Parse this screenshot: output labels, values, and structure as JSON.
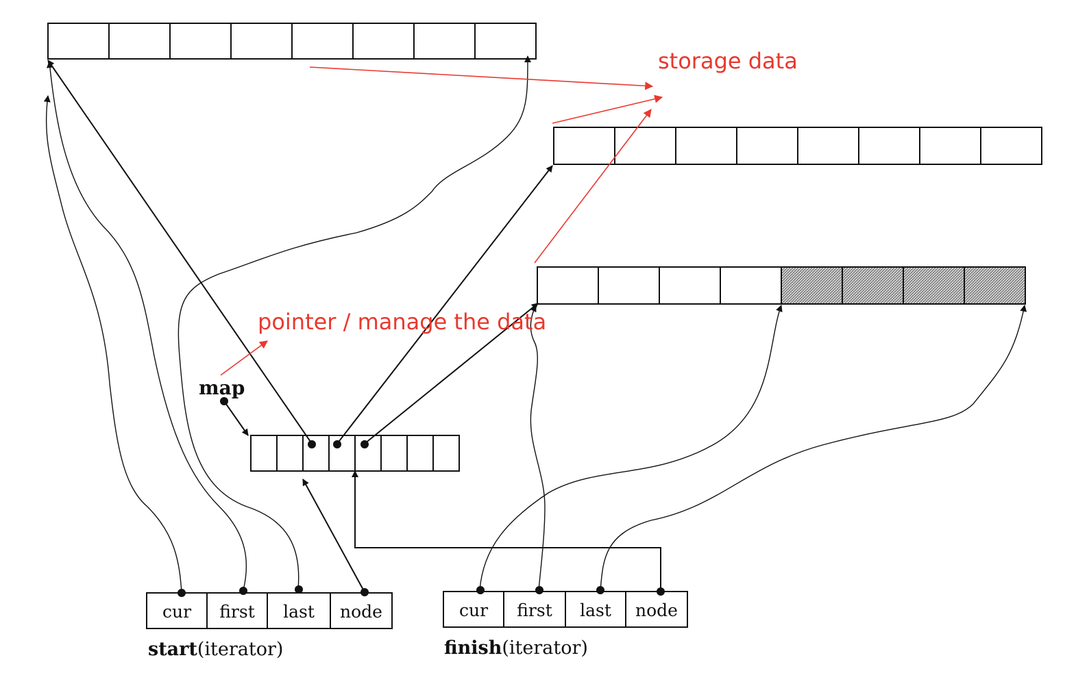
{
  "labels": {
    "storage": "storage data",
    "pointer": "pointer / manage the data",
    "map": "map"
  },
  "start_iterator": {
    "name": "start",
    "suffix": "(iterator)",
    "fields": [
      "cur",
      "first",
      "last",
      "node"
    ]
  },
  "finish_iterator": {
    "name": "finish",
    "suffix": "(iterator)",
    "fields": [
      "cur",
      "first",
      "last",
      "node"
    ]
  },
  "buffers": [
    {
      "cells": 8,
      "shaded": 0
    },
    {
      "cells": 8,
      "shaded": 0
    },
    {
      "cells": 8,
      "shaded": 4
    }
  ],
  "map_cells": 8,
  "colors": {
    "annotation": "#e8392f",
    "line": "#111111"
  }
}
